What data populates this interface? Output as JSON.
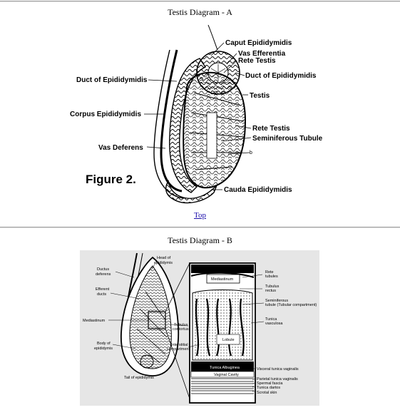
{
  "section_a": {
    "title": "Testis Diagram - A",
    "figure_label": "Figure 2.",
    "labels": {
      "caput": "Caput Epididymidis",
      "vas_efferentia": "Vas Efferentia",
      "rete_testis_top": "Rete Testis",
      "duct_right": "Duct of Epididymidis",
      "duct_left": "Duct of Epididymidis",
      "testis": "Testis",
      "corpus": "Corpus Epididymidis",
      "rete_testis_mid": "Rete Testis",
      "seminiferous": "Seminiferous Tubule",
      "b": "b",
      "vas_deferens": "Vas Deferens",
      "cauda": "Cauda Epididymidis"
    }
  },
  "top_link": "Top",
  "section_b": {
    "title": "Testis Diagram - B",
    "labels": {
      "ductus_deferens": [
        "Ductus",
        "deferens"
      ],
      "efferent_ducts": [
        "Efferent",
        "ducts"
      ],
      "mediastinum_left": "Mediastinum",
      "body_of_epididymis": [
        "Body of",
        "epididymis"
      ],
      "head_of_epididymis": [
        "Head of",
        "epididymis"
      ],
      "tubulus_contortus": [
        "Tubulus",
        "contortus"
      ],
      "interstitial_compartment": [
        "Interstitial",
        "compartment"
      ],
      "tail_of_epididymis": "Tail of epididymis",
      "mediastinum_inset": "Mediastinum",
      "lobule": "Lobule",
      "tunica_albuginea": "Tunica Albuginea",
      "vaginal_cavity": "Vaginal Cavity",
      "rete_tubules": [
        "Rete",
        "tubules"
      ],
      "tubulus_rectus": [
        "Tubulus",
        "rectus"
      ],
      "seminiferous_tubule": [
        "Seminiferous",
        "tubule (Tubular compartment)"
      ],
      "tunica_vasculosa": [
        "Tunica",
        "vasculosa"
      ],
      "visceral_tunica": "Visceral tunica vaginalis",
      "parietal_tunica": "Parietal tunica vaginalis",
      "spermal_fascia": "Spermal fascia",
      "tunica_dartos": "Tunica dartos",
      "scrotal_skin": "Scrotal skin"
    }
  }
}
